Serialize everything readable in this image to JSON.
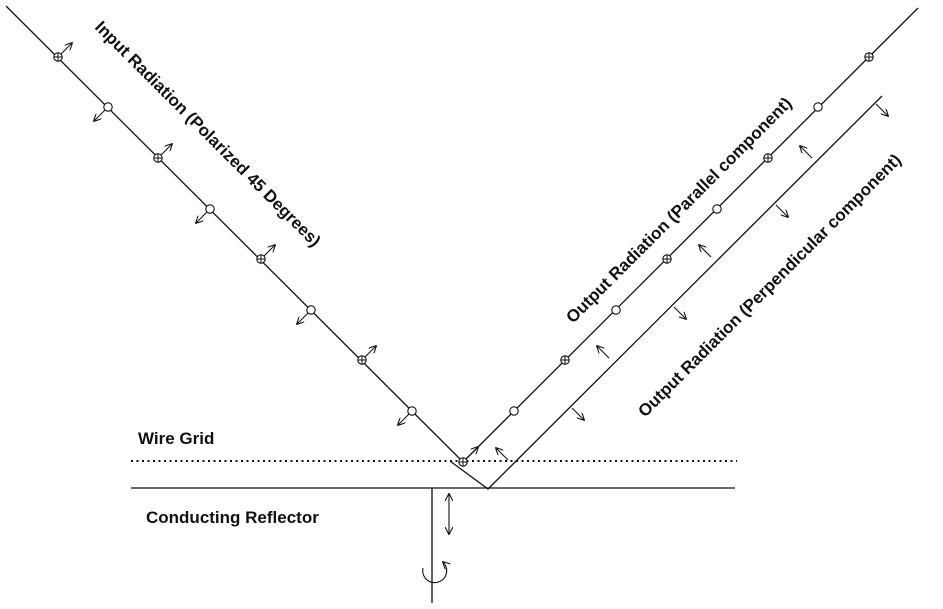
{
  "labels": {
    "input": "Input Radiation (Polarized 45 Degrees)",
    "parallel": "Output Radiation (Parallel component)",
    "perpendicular": "Output Radiation (Perpendicular component)",
    "wire_grid": "Wire Grid",
    "reflector": "Conducting Reflector"
  },
  "colors": {
    "line": "#111111",
    "background": "#ffffff"
  },
  "icons": [
    "polarization-circle-icon",
    "polarization-cross-circle-icon",
    "arrow-icon",
    "rotation-arrow-icon"
  ]
}
